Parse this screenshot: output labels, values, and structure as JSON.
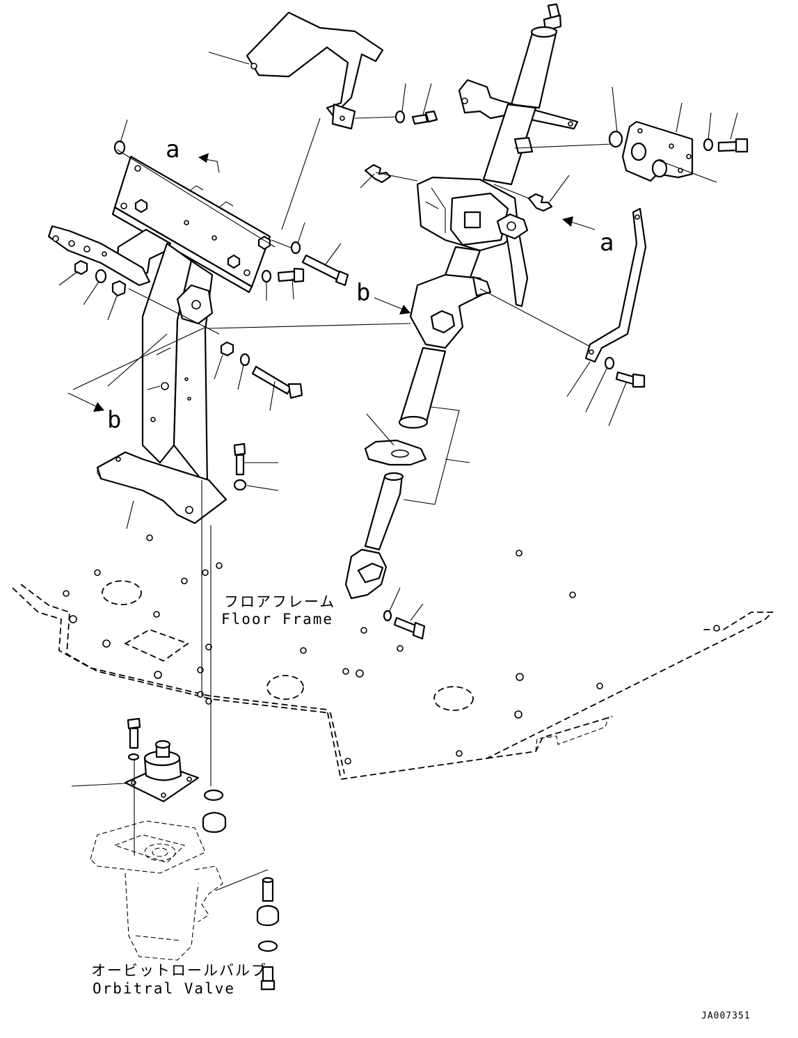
{
  "labels": {
    "floor_frame_ja": "フロアフレーム",
    "floor_frame_en": "Floor Frame",
    "orbitral_valve_ja": "オービットロールバルブ",
    "orbitral_valve_en": "Orbitral Valve",
    "view_a": "a",
    "view_b": "b",
    "drawing_code": "JA007351"
  }
}
